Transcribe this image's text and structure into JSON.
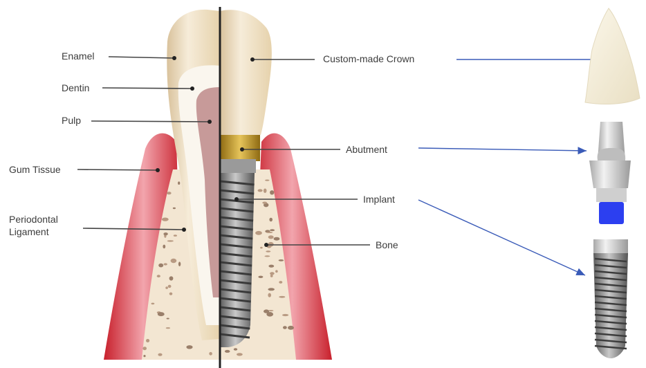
{
  "labels": {
    "enamel": "Enamel",
    "dentin": "Dentin",
    "pulp": "Pulp",
    "gum_tissue": "Gum Tissue",
    "periodontal_line1": "Periodontal",
    "periodontal_line2": "Ligament",
    "custom_crown": "Custom-made Crown",
    "abutment": "Abutment",
    "implant": "Implant",
    "bone": "Bone"
  },
  "colors": {
    "gum": "#d9333f",
    "gum_light": "#f2a0a8",
    "bone": "#f3e6d2",
    "bone_spots": "#9a7f6a",
    "enamel": "#f4ead7",
    "dentin": "#faf6ee",
    "pulp": "#c79a99",
    "abutment_gold": "#c7a02b",
    "implant_metal": "#6f6f6f",
    "connector_line": "#444444",
    "arrow": "#3a5bb8",
    "divider": "#222222",
    "blue_base": "#2c3ff0"
  },
  "components": [
    "crown-piece",
    "abutment-piece",
    "implant-piece"
  ]
}
